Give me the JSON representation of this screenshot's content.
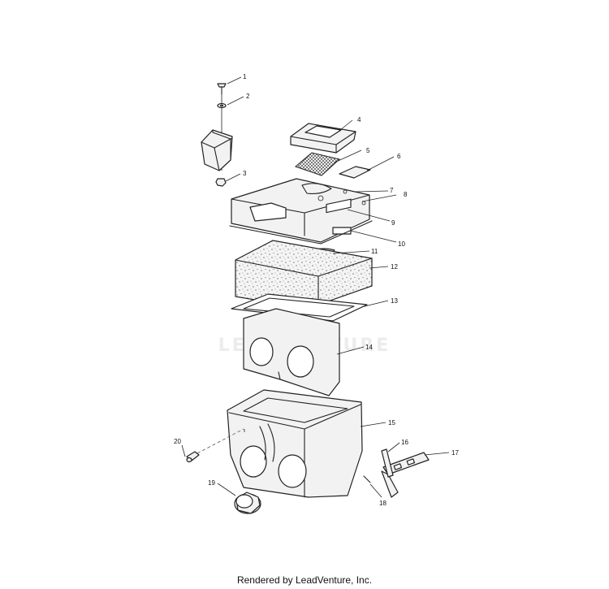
{
  "watermark": "LEADVENTURE",
  "credit": "Rendered by LeadVenture, Inc.",
  "callouts": [
    "1",
    "2",
    "3",
    "4",
    "5",
    "6",
    "7",
    "8",
    "9",
    "10",
    "11",
    "12",
    "13",
    "14",
    "15",
    "16",
    "17",
    "18",
    "19",
    "20"
  ]
}
